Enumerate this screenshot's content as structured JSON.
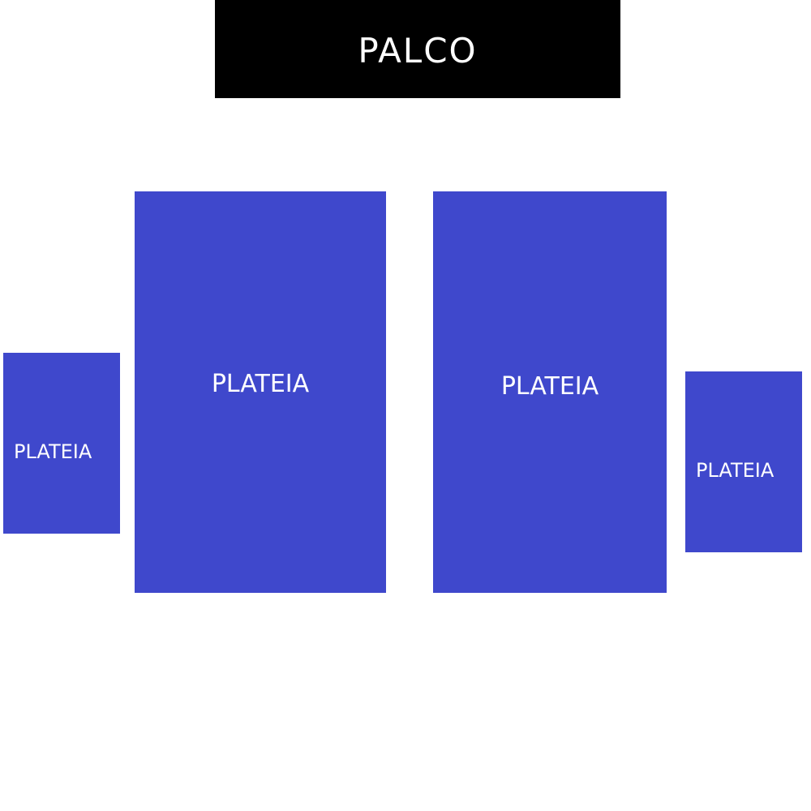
{
  "stage": {
    "label": "PALCO"
  },
  "sections": [
    {
      "label": "PLATEIA"
    },
    {
      "label": "PLATEIA"
    },
    {
      "label": "PLATEIA"
    },
    {
      "label": "PLATEIA"
    }
  ],
  "colors": {
    "section": "#3f48cc",
    "stage": "#000000"
  }
}
